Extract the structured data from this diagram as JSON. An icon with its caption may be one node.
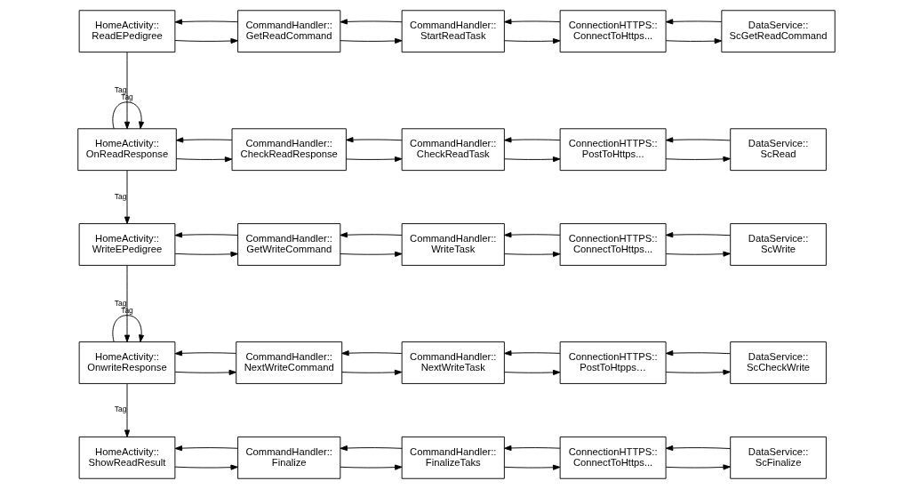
{
  "diagram": {
    "nodes": [
      {
        "text": [
          "HomeActivity::",
          "ReadEPedigree"
        ]
      },
      {
        "text": [
          "CommandHandler::",
          "GetReadCommand"
        ]
      },
      {
        "text": [
          "CommandHandler::",
          "StartReadTask"
        ]
      },
      {
        "text": [
          "ConnectionHTTPS::",
          "ConnectToHttps..."
        ]
      },
      {
        "text": [
          "DataService::",
          "ScGetReadCommand"
        ]
      },
      {
        "text": [
          "HomeActivity::",
          "OnReadResponse"
        ]
      },
      {
        "text": [
          "CommandHandler::",
          "CheckReadResponse"
        ]
      },
      {
        "text": [
          "CommandHandler::",
          "CheckReadTask"
        ]
      },
      {
        "text": [
          "ConnectionHTTPS::",
          "PostToHttps..."
        ]
      },
      {
        "text": [
          "DataService::",
          "ScRead"
        ]
      },
      {
        "text": [
          "HomeActivity::",
          "WriteEPedigree"
        ]
      },
      {
        "text": [
          "CommandHandler::",
          "GetWriteCommand"
        ]
      },
      {
        "text": [
          "CommandHandler::",
          "WriteTask"
        ]
      },
      {
        "text": [
          "ConnectionHTTPS::",
          "ConnectToHttps..."
        ]
      },
      {
        "text": [
          "DataService::",
          "ScWrite"
        ]
      },
      {
        "text": [
          "HomeActivity::",
          "OnwriteResponse"
        ]
      },
      {
        "text": [
          "CommandHandler::",
          "NextWriteCommand"
        ]
      },
      {
        "text": [
          "CommandHandler::",
          "NextWriteTask"
        ]
      },
      {
        "text": [
          "ConnectionHTTPS::",
          "PostToHtpps…"
        ]
      },
      {
        "text": [
          "DataService::",
          "ScCheckWrite"
        ]
      },
      {
        "text": [
          "HomeActivity::",
          "ShowReadResult"
        ]
      },
      {
        "text": [
          "CommandHandler::",
          "Finalize"
        ]
      },
      {
        "text": [
          "CommandHandler::",
          "FinalizeTaks"
        ]
      },
      {
        "text": [
          "ConnectionHTTPS::",
          "ConnectToHttps..."
        ]
      },
      {
        "text": [
          "DataService::",
          "ScFinalize"
        ]
      }
    ],
    "edges": [
      {
        "from": 0,
        "to": 1,
        "arrow": "to"
      },
      {
        "from": 1,
        "to": 0,
        "arrow": "to"
      },
      {
        "from": 1,
        "to": 2,
        "arrow": "to"
      },
      {
        "from": 2,
        "to": 1,
        "arrow": "to"
      },
      {
        "from": 2,
        "to": 3,
        "arrow": "to"
      },
      {
        "from": 3,
        "to": 2,
        "arrow": "to"
      },
      {
        "from": 3,
        "to": 4,
        "arrow": "to"
      },
      {
        "from": 4,
        "to": 3,
        "arrow": "to"
      },
      {
        "from": 5,
        "to": 6,
        "arrow": "to"
      },
      {
        "from": 6,
        "to": 5,
        "arrow": "to"
      },
      {
        "from": 6,
        "to": 7,
        "arrow": "to"
      },
      {
        "from": 7,
        "to": 6,
        "arrow": "to"
      },
      {
        "from": 7,
        "to": 8,
        "arrow": "to"
      },
      {
        "from": 8,
        "to": 7,
        "arrow": "to"
      },
      {
        "from": 8,
        "to": 9,
        "arrow": "to"
      },
      {
        "from": 9,
        "to": 8,
        "arrow": "to"
      },
      {
        "from": 10,
        "to": 11,
        "arrow": "to"
      },
      {
        "from": 11,
        "to": 10,
        "arrow": "to"
      },
      {
        "from": 11,
        "to": 12,
        "arrow": "to"
      },
      {
        "from": 12,
        "to": 11,
        "arrow": "to"
      },
      {
        "from": 12,
        "to": 13,
        "arrow": "to"
      },
      {
        "from": 13,
        "to": 12,
        "arrow": "to"
      },
      {
        "from": 13,
        "to": 14,
        "arrow": "to"
      },
      {
        "from": 14,
        "to": 13,
        "arrow": "to"
      },
      {
        "from": 15,
        "to": 16,
        "arrow": "to"
      },
      {
        "from": 16,
        "to": 15,
        "arrow": "to"
      },
      {
        "from": 16,
        "to": 17,
        "arrow": "to"
      },
      {
        "from": 17,
        "to": 16,
        "arrow": "to"
      },
      {
        "from": 17,
        "to": 18,
        "arrow": "to"
      },
      {
        "from": 18,
        "to": 17,
        "arrow": "to"
      },
      {
        "from": 18,
        "to": 19,
        "arrow": "to"
      },
      {
        "from": 19,
        "to": 18,
        "arrow": "to"
      },
      {
        "from": 20,
        "to": 21,
        "arrow": "to"
      },
      {
        "from": 21,
        "to": 20,
        "arrow": "to"
      },
      {
        "from": 21,
        "to": 22,
        "arrow": "to"
      },
      {
        "from": 22,
        "to": 21,
        "arrow": "to"
      },
      {
        "from": 22,
        "to": 23,
        "arrow": "to"
      },
      {
        "from": 23,
        "to": 22,
        "arrow": "to"
      },
      {
        "from": 23,
        "to": 24,
        "arrow": "to"
      },
      {
        "from": 24,
        "to": 23,
        "arrow": "to"
      },
      {
        "from": 0,
        "to": 5,
        "arrow": "to",
        "label": "Tag"
      },
      {
        "from": 5,
        "to": 5,
        "arrow": "to",
        "label": "Tag"
      },
      {
        "from": 5,
        "to": 10,
        "arrow": "to",
        "label": "Tag"
      },
      {
        "from": 10,
        "to": 15,
        "arrow": "to",
        "label": "Tag"
      },
      {
        "from": 15,
        "to": 15,
        "arrow": "to",
        "label": "Tag"
      },
      {
        "from": 15,
        "to": 20,
        "arrow": "to",
        "label": "Tag"
      }
    ]
  }
}
